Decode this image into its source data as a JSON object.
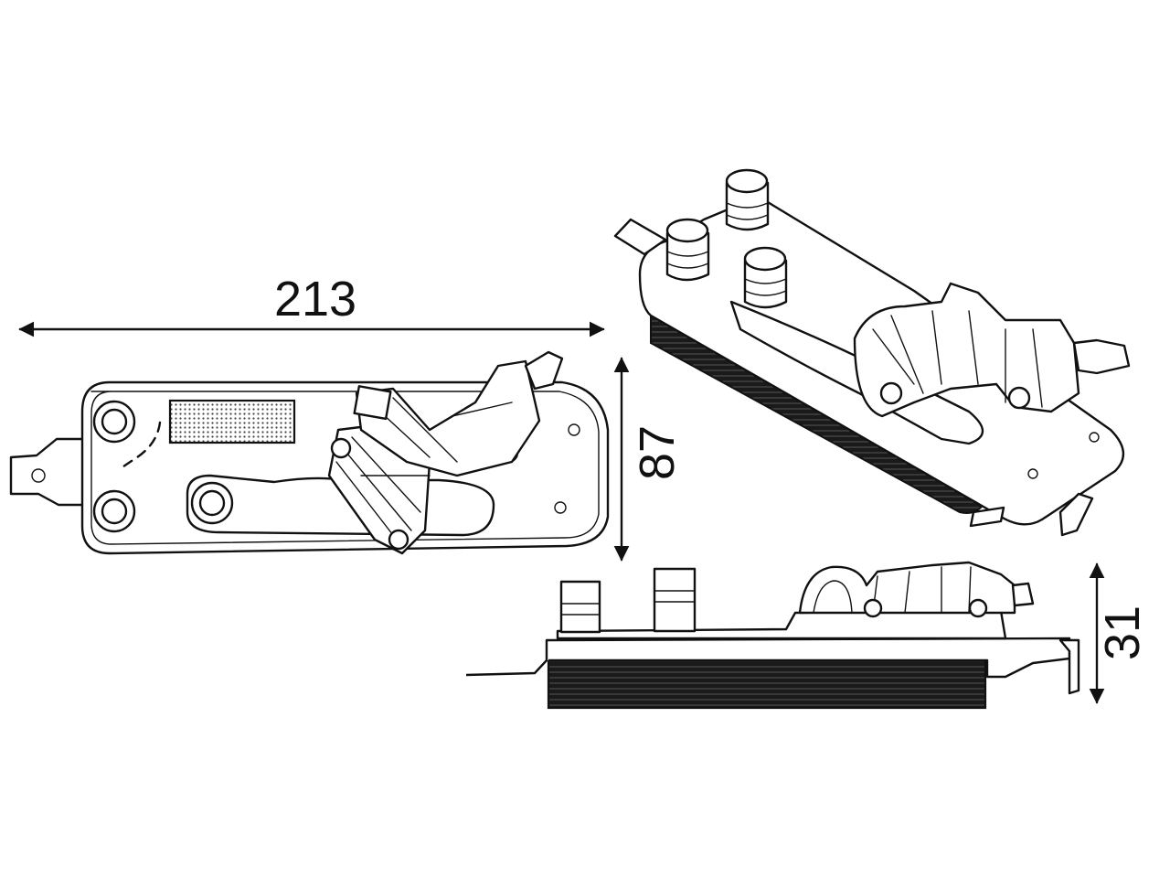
{
  "figure": {
    "colors": {
      "line": "#111111",
      "background": "#ffffff"
    },
    "dimensions": {
      "width": {
        "label": "213"
      },
      "height": {
        "label": "87"
      },
      "thickness": {
        "label": "31"
      }
    }
  }
}
